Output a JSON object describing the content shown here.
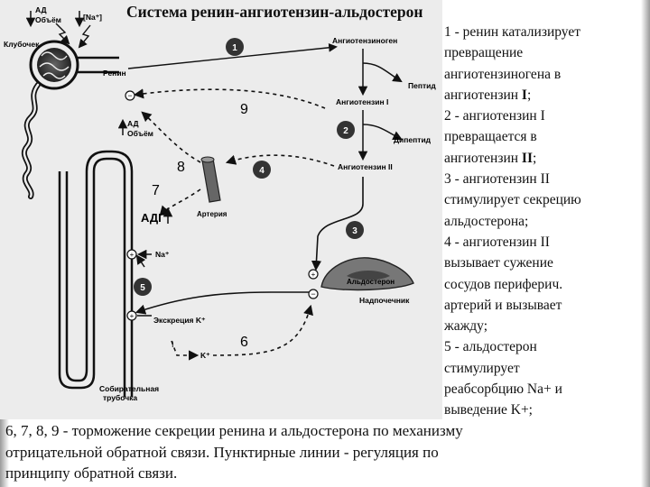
{
  "title": "Система ренин-ангиотензин-альдостерон",
  "diagram": {
    "glomerulus_label": "Клубочек",
    "ad_label": "АД",
    "volume_label": "Объём",
    "na_conc_label": "[Na⁺]",
    "renin_label": "Ренин",
    "angiotensinogen": "Ангиотензиноген",
    "peptide": "Пептид",
    "angiotensin1": "Ангиотензин I",
    "dipeptide": "Дипептид",
    "angiotensin2": "Ангиотензин II",
    "artery": "Артерия",
    "adh": "АДГ",
    "na_plus": "Na⁺",
    "aldosterone": "Альдостерон",
    "adrenal": "Надпочечник",
    "k_secretion": "Экскреция K⁺",
    "k_plus": "K⁺",
    "collecting_duct_1": "Собирательная",
    "collecting_duct_2": "трубочка",
    "plus_sign": "+",
    "minus_sign": "−",
    "steps": {
      "s1": "1",
      "s2": "2",
      "s3": "3",
      "s4": "4",
      "s5": "5",
      "s6": "6",
      "s7": "7",
      "s8": "8",
      "s9": "9",
      "sI": "I"
    }
  },
  "legend": {
    "l1": "1 - ренин катализирует",
    "l2": "превращение",
    "l3": "ангиотензиногена в",
    "l4_a": "ангиотензин ",
    "l4_b": "I",
    "l4_c": ";",
    "l5": "2 - ангиотензин I",
    "l6": "превращается в",
    "l7_a": "ангиотензин ",
    "l7_b": "II",
    "l7_c": ";",
    "l8": "3 - ангиотензин II",
    "l9": "стимулирует секрецию",
    "l10": "альдостерона;",
    "l11": "4 - ангиотензин II",
    "l12": "вызывает сужение",
    "l13": "сосудов периферич.",
    "l14": "артерий и вызывает",
    "l15": "жажду;",
    "l16": "5 - альдостерон",
    "l17": "стимулирует",
    "l18": "реабсорбцию Na+ и",
    "l19": "выведение K+;"
  },
  "bottom_note": {
    "line1": "6, 7, 8, 9 - торможение секреции ренина и альдостерона по механизму",
    "line2": "отрицательной обратной связи. Пунктирные линии - регуляция по",
    "line3": "принципу обратной связи."
  }
}
